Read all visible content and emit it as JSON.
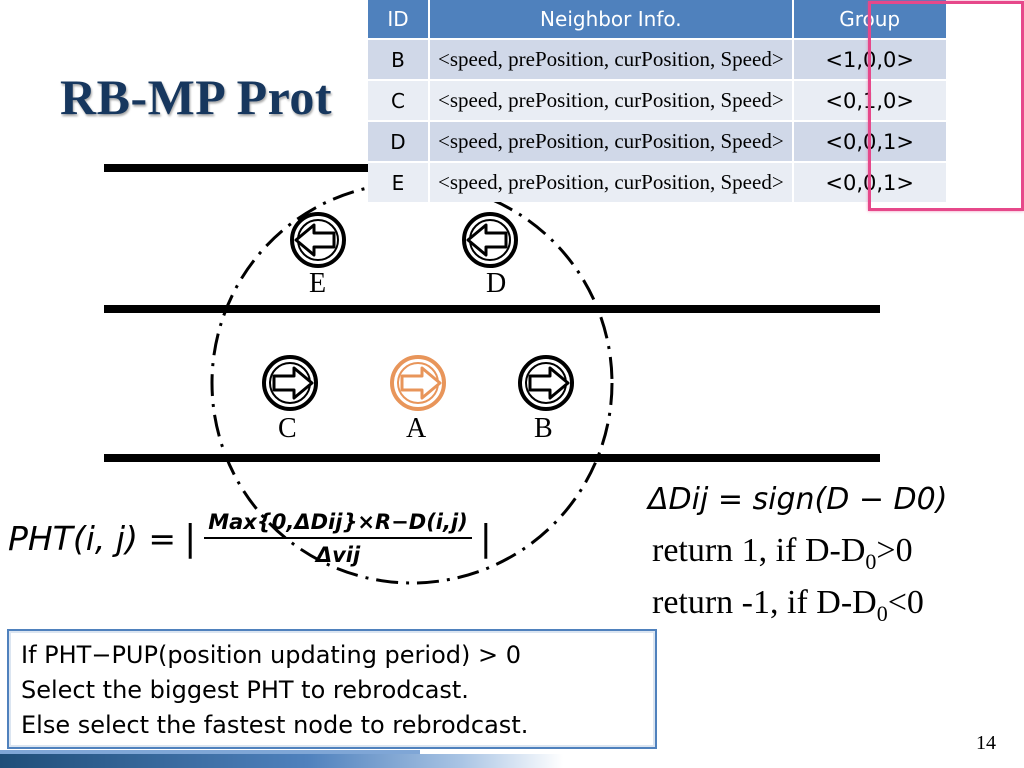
{
  "slide": {
    "title": "RB-MP Prot",
    "page_number": "14"
  },
  "table": {
    "headers": [
      "ID",
      "Neighbor Info.",
      "Group"
    ],
    "rows": [
      {
        "id": "B",
        "info": "<speed, prePosition, curPosition, Speed>",
        "group": "<1,0,0>"
      },
      {
        "id": "C",
        "info": "<speed, prePosition, curPosition, Speed>",
        "group": "<0,1,0>"
      },
      {
        "id": "D",
        "info": "<speed, prePosition, curPosition, Speed>",
        "group": "<0,0,1>"
      },
      {
        "id": "E",
        "info": "<speed, prePosition, curPosition, Speed>",
        "group": "<0,0,1>"
      }
    ]
  },
  "diagram": {
    "nodes": [
      {
        "label": "E",
        "direction": "left",
        "color": "#000000"
      },
      {
        "label": "D",
        "direction": "left",
        "color": "#000000"
      },
      {
        "label": "C",
        "direction": "right",
        "color": "#000000"
      },
      {
        "label": "A",
        "direction": "right",
        "color": "#e8955a"
      },
      {
        "label": "B",
        "direction": "right",
        "color": "#000000"
      }
    ]
  },
  "formulas": {
    "pht_lhs": "PHT(i, j) =",
    "pht_numerator": "Max{0,ΔDij}×R−D(i,j)",
    "pht_denominator": "Δvij",
    "delta_d": "ΔDij = sign(D − D0)",
    "return_pos": {
      "prefix": "return 1, if D-D",
      "sub": "0",
      "suffix": ">0"
    },
    "return_neg": {
      "prefix": "return -1, if D-D",
      "sub": "0",
      "suffix": "<0"
    }
  },
  "note": {
    "line1": "If PHT−PUP(position updating period) > 0",
    "line2": "Select the biggest PHT to rebrodcast.",
    "line3": "Else select the fastest node to rebrodcast."
  },
  "colors": {
    "title": "#17375e",
    "table_header": "#4f81bd",
    "group_highlight": "#e6488a",
    "node_a": "#e8955a"
  }
}
